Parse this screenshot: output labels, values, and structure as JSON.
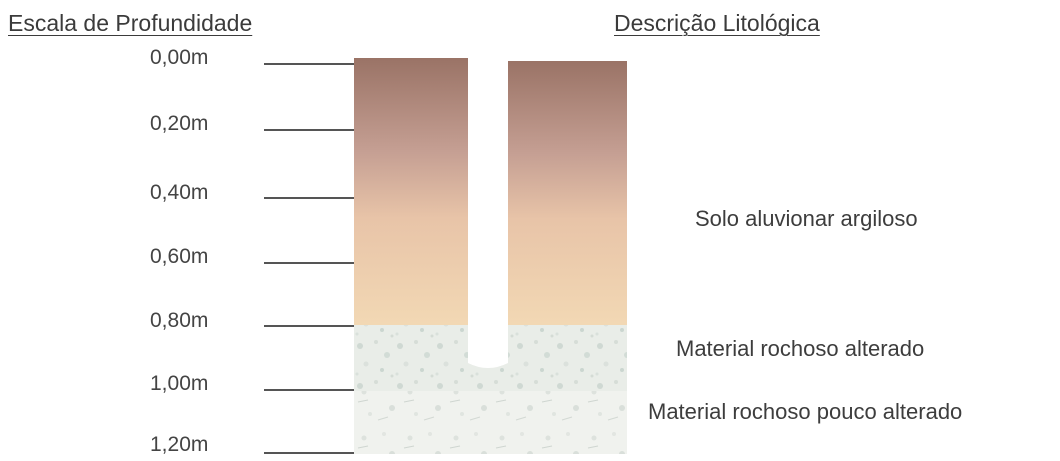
{
  "headings": {
    "depth_scale": "Escala de Profundidade",
    "lithology": "Descrição Litológica"
  },
  "depth_labels": [
    "0,00m",
    "0,20m",
    "0,40m",
    "0,60m",
    "0,80m",
    "1,00m",
    "1,20m"
  ],
  "layers": [
    {
      "description": "Solo aluvionar argiloso",
      "top": "0,00m",
      "base": "0,80m",
      "color_top": "#9a7366",
      "color_bottom": "#f2d8b4"
    },
    {
      "description": "Material rochoso alterado",
      "color": "#dfe6e1"
    },
    {
      "description": "Material rochoso pouco alterado",
      "color": "#ecefe9"
    }
  ]
}
